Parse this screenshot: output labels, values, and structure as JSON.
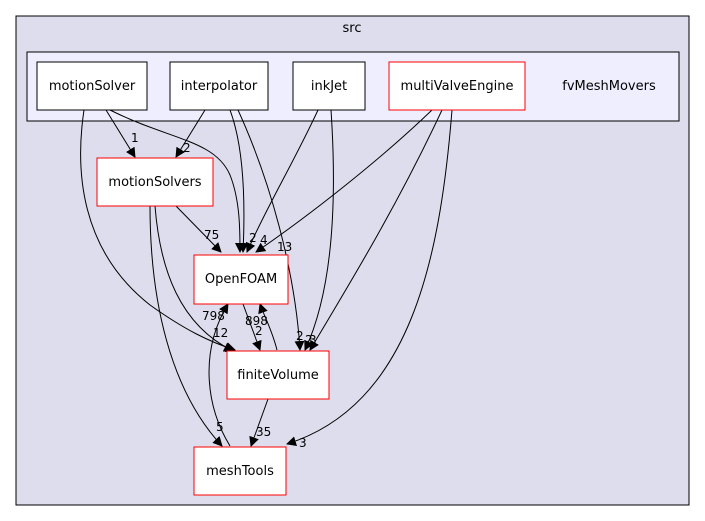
{
  "diagram": {
    "outer_cluster": {
      "label": "src"
    },
    "inner_cluster": {
      "label": "fvMeshMovers"
    },
    "nodes": {
      "motionSolver": {
        "label": "motionSolver"
      },
      "interpolator": {
        "label": "interpolator"
      },
      "inkJet": {
        "label": "inkJet"
      },
      "multiValveEngine": {
        "label": "multiValveEngine"
      },
      "motionSolvers": {
        "label": "motionSolvers"
      },
      "OpenFOAM": {
        "label": "OpenFOAM"
      },
      "finiteVolume": {
        "label": "finiteVolume"
      },
      "meshTools": {
        "label": "meshTools"
      }
    },
    "edges": [
      {
        "from": "motionSolver",
        "to": "motionSolvers",
        "label": "1"
      },
      {
        "from": "interpolator",
        "to": "motionSolvers",
        "label": "2"
      },
      {
        "from": "motionSolver",
        "to": "OpenFOAM",
        "label": ""
      },
      {
        "from": "interpolator",
        "to": "OpenFOAM",
        "label": "2"
      },
      {
        "from": "inkJet",
        "to": "OpenFOAM",
        "label": "4"
      },
      {
        "from": "multiValveEngine",
        "to": "OpenFOAM",
        "label": "13"
      },
      {
        "from": "motionSolvers",
        "to": "OpenFOAM",
        "label": "75"
      },
      {
        "from": "motionSolver",
        "to": "finiteVolume",
        "label": ""
      },
      {
        "from": "interpolator",
        "to": "finiteVolume",
        "label": "2"
      },
      {
        "from": "inkJet",
        "to": "finiteVolume",
        "label": "2"
      },
      {
        "from": "multiValveEngine",
        "to": "finiteVolume",
        "label": "3"
      },
      {
        "from": "motionSolvers",
        "to": "finiteVolume",
        "label": "12"
      },
      {
        "from": "OpenFOAM",
        "to": "finiteVolume",
        "label": "2"
      },
      {
        "from": "finiteVolume",
        "to": "OpenFOAM",
        "label": "898"
      },
      {
        "from": "meshTools",
        "to": "OpenFOAM",
        "label": "798"
      },
      {
        "from": "motionSolvers",
        "to": "meshTools",
        "label": "5"
      },
      {
        "from": "finiteVolume",
        "to": "meshTools",
        "label": "35"
      },
      {
        "from": "multiValveEngine",
        "to": "meshTools",
        "label": "3"
      }
    ],
    "colors": {
      "outer_fill": "#dddded",
      "inner_fill": "#eeeeff",
      "node_border_red": "#ff0000",
      "node_border_black": "#000000",
      "edge": "#000000"
    }
  }
}
